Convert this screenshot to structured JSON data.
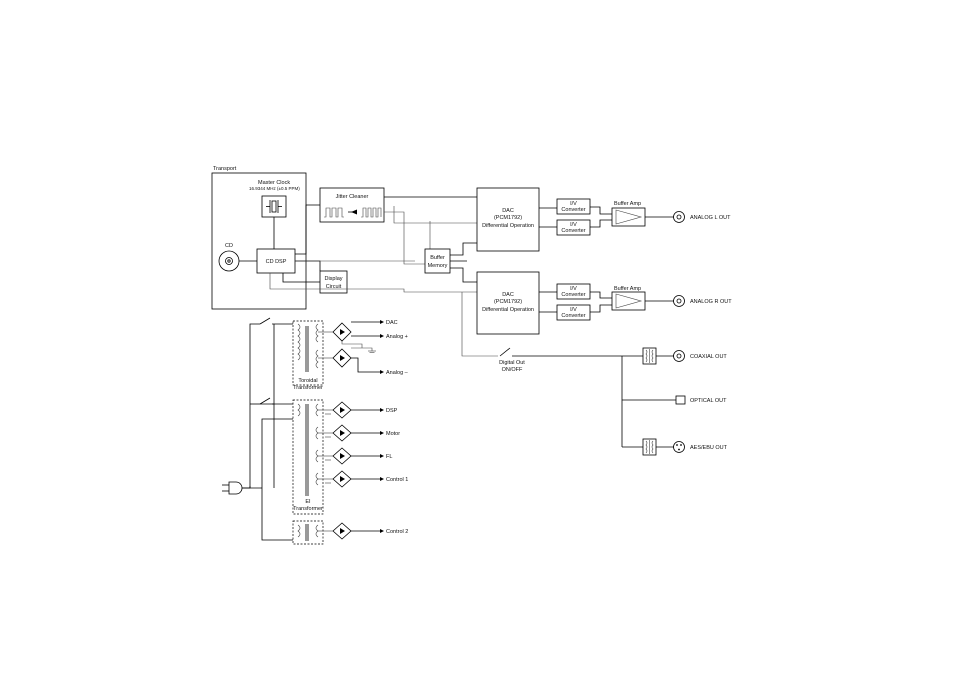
{
  "transport": {
    "title": "Transport",
    "master_clock": "Master Clock",
    "master_clock_spec": "16.9344 MHz (±0.5 PPM)",
    "cd": "CD",
    "cd_dsp": "CD DSP",
    "display_circuit_1": "Display",
    "display_circuit_2": "Circuit"
  },
  "jitter_cleaner": "Jitter Cleaner",
  "buffer_memory_1": "Buffer",
  "buffer_memory_2": "Memory",
  "dac": {
    "line1": "DAC",
    "line2": "(PCM1792)",
    "line3": "Differential Operation"
  },
  "iv_converter_1": "I/V",
  "iv_converter_2": "Converter",
  "buffer_amp": "Buffer Amp",
  "outputs": {
    "analog_l": "ANALOG L OUT",
    "analog_r": "ANALOG R OUT",
    "coaxial": "COAXIAL OUT",
    "optical": "OPTICAL OUT",
    "aes_ebu": "AES/EBU OUT"
  },
  "digital_out_1": "Digital Out",
  "digital_out_2": "ON/OFF",
  "power": {
    "toroidal_1": "Toroidal",
    "toroidal_2": "Transformer",
    "ei_1": "EI",
    "ei_2": "Transformer",
    "rails": [
      "DAC",
      "Analog +",
      "Analog –",
      "DSP",
      "Motor",
      "FL",
      "Control 1",
      "Control 2"
    ]
  }
}
